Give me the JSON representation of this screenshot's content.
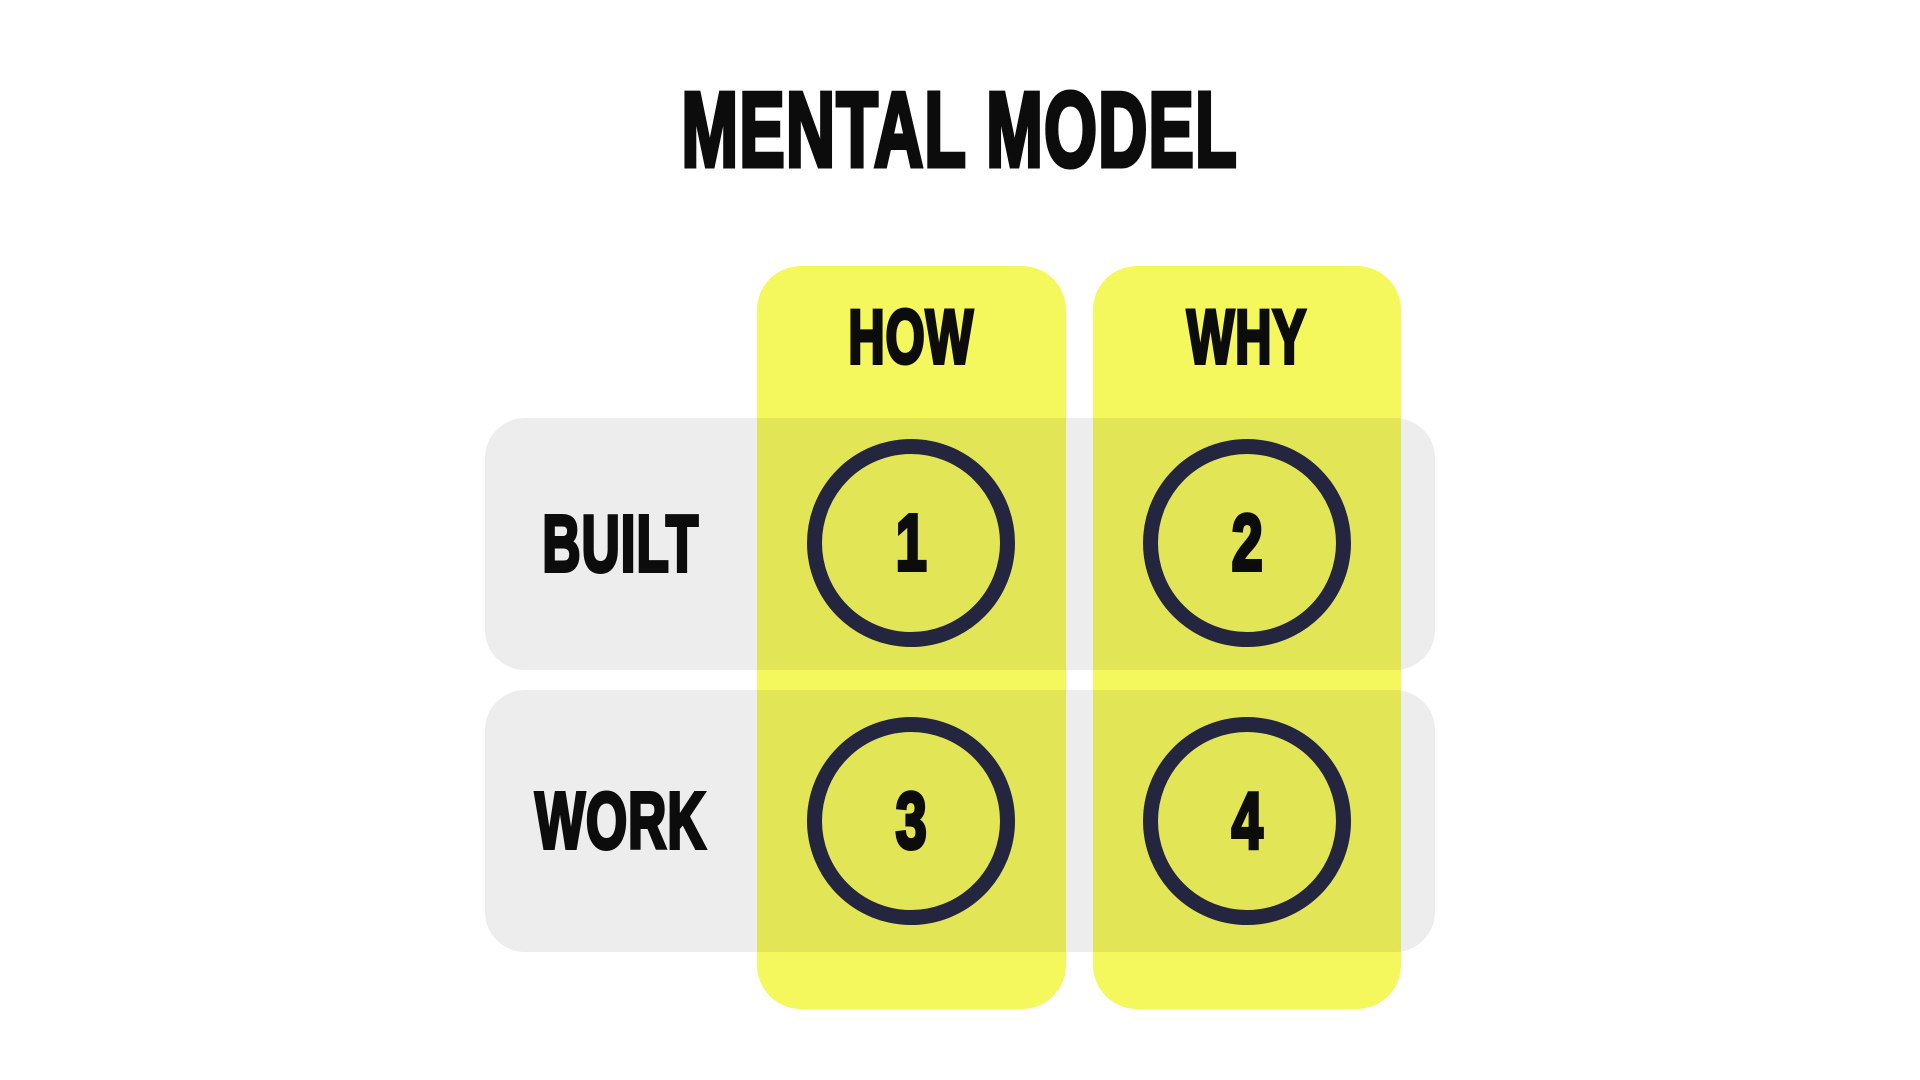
{
  "title": "MENTAL MODEL",
  "matrix": {
    "columns": [
      {
        "label": "HOW"
      },
      {
        "label": "WHY"
      }
    ],
    "rows": [
      {
        "label": "BUILT"
      },
      {
        "label": "WORK"
      }
    ],
    "cells": [
      {
        "row": "BUILT",
        "column": "HOW",
        "value": "1"
      },
      {
        "row": "BUILT",
        "column": "WHY",
        "value": "2"
      },
      {
        "row": "WORK",
        "column": "HOW",
        "value": "3"
      },
      {
        "row": "WORK",
        "column": "WHY",
        "value": "4"
      }
    ]
  },
  "colors": {
    "background": "#FFFFFF",
    "column_highlight_yellow": "#F4F85C",
    "row_band_gray": "#EDEDED",
    "overlap_olive": "#E3E754",
    "circle_stroke_navy": "#24263F",
    "text_black": "#0C0C0C"
  }
}
